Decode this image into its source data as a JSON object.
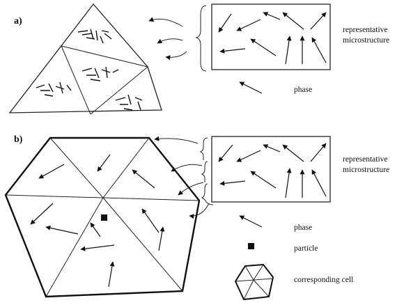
{
  "panels": {
    "a": {
      "label": "a)"
    },
    "b": {
      "label": "b)"
    }
  },
  "labels": {
    "representative_microstructure_a": [
      "representative",
      "microstructure"
    ],
    "phase_a": "phase",
    "representative_microstructure_b": [
      "representative",
      "microstructure"
    ],
    "phase_b": "phase",
    "particle": "particle",
    "corresponding_cell": "corresponding cell"
  },
  "icons": [
    "arrow-icon",
    "particle-square-icon",
    "cell-icon",
    "brace-icon"
  ]
}
